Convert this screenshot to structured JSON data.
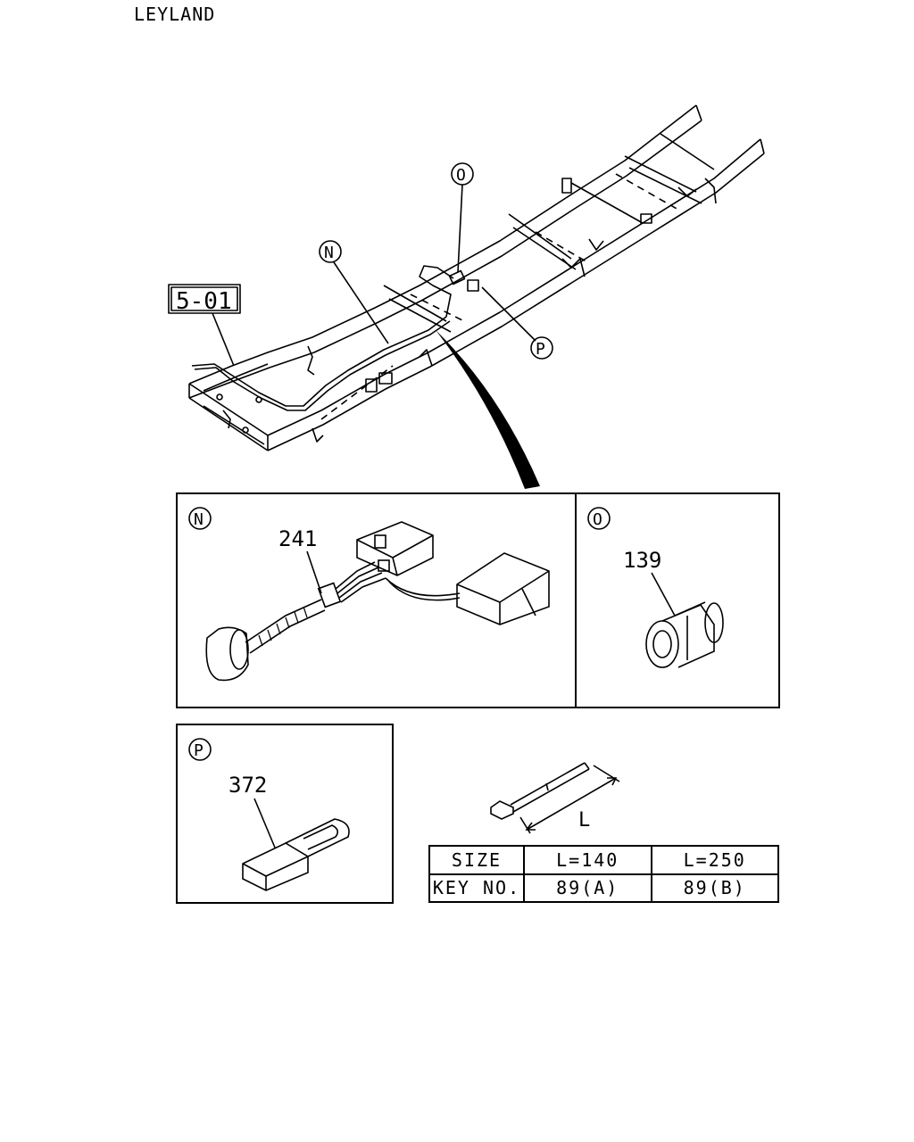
{
  "header": {
    "brand": "LEYLAND"
  },
  "callouts": {
    "ref_box": "5-01",
    "n": "N",
    "o": "O",
    "p": "P"
  },
  "panels": {
    "n": {
      "letter": "N",
      "part_no": "241"
    },
    "o": {
      "letter": "O",
      "part_no": "139"
    },
    "p": {
      "letter": "P",
      "part_no": "372"
    }
  },
  "strap": {
    "dimension_label": "L"
  },
  "size_table": {
    "header_row": [
      "SIZE",
      "L=140",
      "L=250"
    ],
    "key_row": [
      "KEY NO.",
      "89(A)",
      "89(B)"
    ]
  }
}
